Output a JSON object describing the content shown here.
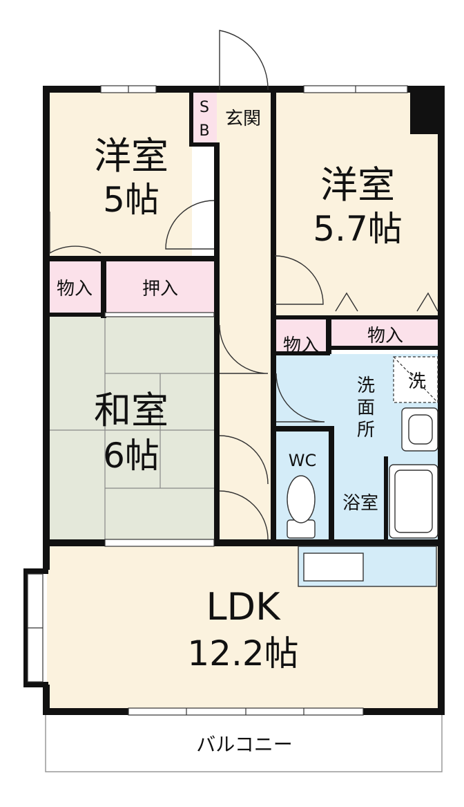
{
  "rooms": {
    "western_a": {
      "name": "洋室",
      "size": "5帖"
    },
    "western_b": {
      "name": "洋室",
      "size": "5.7帖"
    },
    "japanese": {
      "name": "和室",
      "size": "6帖"
    },
    "ldk": {
      "name": "LDK",
      "size": "12.2帖"
    },
    "entrance": "玄関",
    "shoe_box": [
      "S",
      "B"
    ],
    "storage_a": "物入",
    "closet": "押入",
    "storage_b": "物入",
    "storage_c": "物入",
    "washroom": [
      "洗",
      "面",
      "所"
    ],
    "washer": "洗",
    "toilet": "WC",
    "bathroom": "浴室",
    "balcony": "バルコニー"
  },
  "colors": {
    "wall": "#111111",
    "western_floor": "#fbf2de",
    "tatami": "#e4e8da",
    "storage_pink": "#fbe1ea",
    "wet_area_blue": "#d4ecf8",
    "balcony": "#ffffff"
  }
}
